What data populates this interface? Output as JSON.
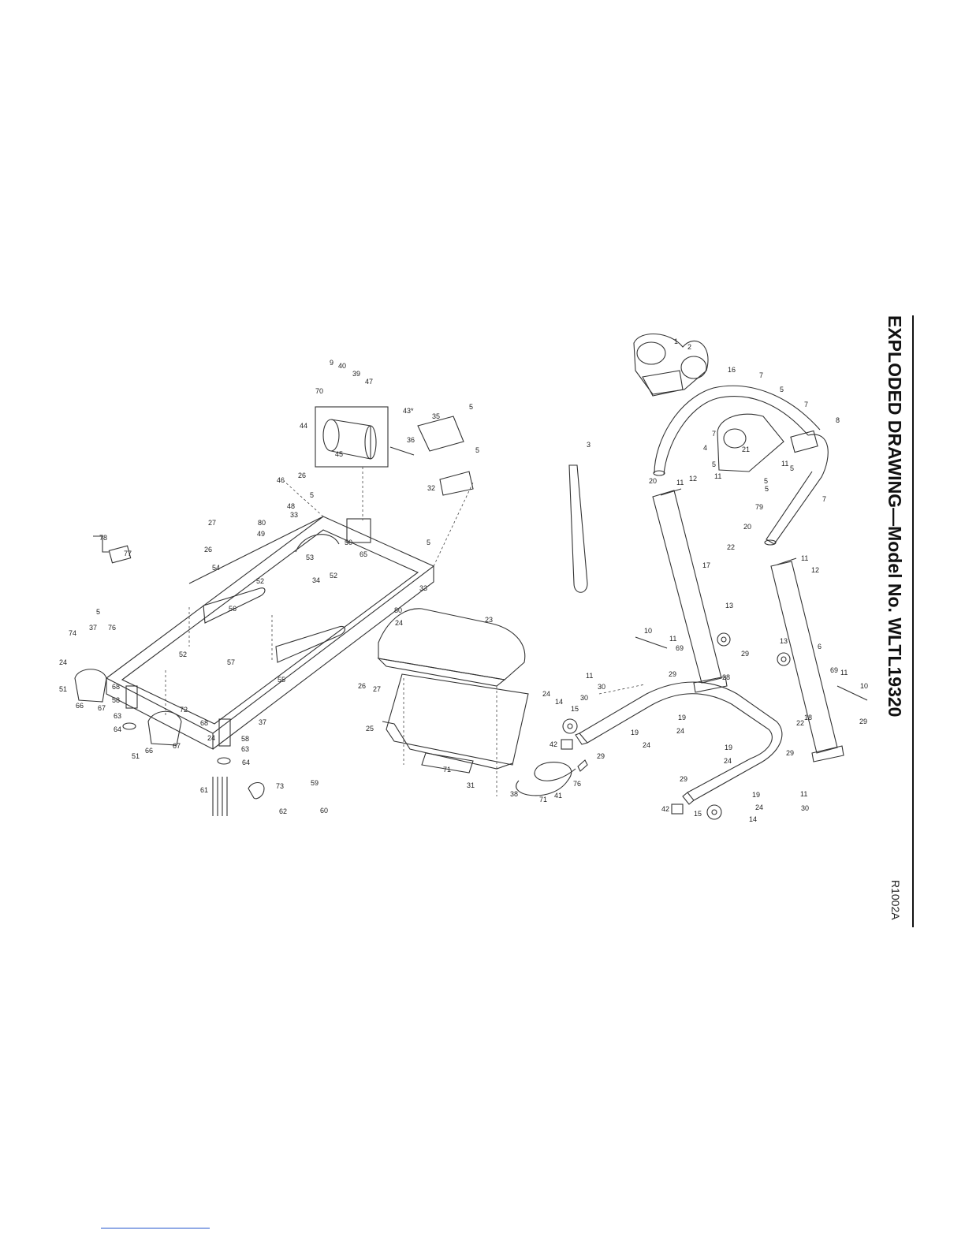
{
  "title": "EXPLODED DRAWING—Model No. WLTL19320",
  "drawing_code": "R1002A",
  "callouts": [
    {
      "id": "c1",
      "label": "1"
    },
    {
      "id": "c2",
      "label": "2"
    },
    {
      "id": "c3",
      "label": "3"
    },
    {
      "id": "c4",
      "label": "4"
    },
    {
      "id": "c5a",
      "label": "5"
    },
    {
      "id": "c5b",
      "label": "5"
    },
    {
      "id": "c5c",
      "label": "5"
    },
    {
      "id": "c5d",
      "label": "5"
    },
    {
      "id": "c5e",
      "label": "5"
    },
    {
      "id": "c5f",
      "label": "5"
    },
    {
      "id": "c5g",
      "label": "5"
    },
    {
      "id": "c5h",
      "label": "5"
    },
    {
      "id": "c5i",
      "label": "5"
    },
    {
      "id": "c5j",
      "label": "5"
    },
    {
      "id": "c6",
      "label": "6"
    },
    {
      "id": "c7a",
      "label": "7"
    },
    {
      "id": "c7b",
      "label": "7"
    },
    {
      "id": "c7c",
      "label": "7"
    },
    {
      "id": "c7d",
      "label": "7"
    },
    {
      "id": "c8",
      "label": "8"
    },
    {
      "id": "c9",
      "label": "9"
    },
    {
      "id": "c10a",
      "label": "10"
    },
    {
      "id": "c10b",
      "label": "10"
    },
    {
      "id": "c11a",
      "label": "11"
    },
    {
      "id": "c11b",
      "label": "11"
    },
    {
      "id": "c11c",
      "label": "11"
    },
    {
      "id": "c11d",
      "label": "11"
    },
    {
      "id": "c11e",
      "label": "11"
    },
    {
      "id": "c11f",
      "label": "11"
    },
    {
      "id": "c11g",
      "label": "11"
    },
    {
      "id": "c11h",
      "label": "11"
    },
    {
      "id": "c12a",
      "label": "12"
    },
    {
      "id": "c12b",
      "label": "12"
    },
    {
      "id": "c13a",
      "label": "13"
    },
    {
      "id": "c13b",
      "label": "13"
    },
    {
      "id": "c14a",
      "label": "14"
    },
    {
      "id": "c14b",
      "label": "14"
    },
    {
      "id": "c15a",
      "label": "15"
    },
    {
      "id": "c15b",
      "label": "15"
    },
    {
      "id": "c16",
      "label": "16"
    },
    {
      "id": "c17",
      "label": "17"
    },
    {
      "id": "c18",
      "label": "18"
    },
    {
      "id": "c19a",
      "label": "19"
    },
    {
      "id": "c19b",
      "label": "19"
    },
    {
      "id": "c19c",
      "label": "19"
    },
    {
      "id": "c19d",
      "label": "19"
    },
    {
      "id": "c20a",
      "label": "20"
    },
    {
      "id": "c20b",
      "label": "20"
    },
    {
      "id": "c21",
      "label": "21"
    },
    {
      "id": "c22a",
      "label": "22"
    },
    {
      "id": "c22b",
      "label": "22"
    },
    {
      "id": "c23",
      "label": "23"
    },
    {
      "id": "c24a",
      "label": "24"
    },
    {
      "id": "c24b",
      "label": "24"
    },
    {
      "id": "c24c",
      "label": "24"
    },
    {
      "id": "c24d",
      "label": "24"
    },
    {
      "id": "c24e",
      "label": "24"
    },
    {
      "id": "c24f",
      "label": "24"
    },
    {
      "id": "c24g",
      "label": "24"
    },
    {
      "id": "c24h",
      "label": "24"
    },
    {
      "id": "c25",
      "label": "25"
    },
    {
      "id": "c26a",
      "label": "26"
    },
    {
      "id": "c26b",
      "label": "26"
    },
    {
      "id": "c26c",
      "label": "26"
    },
    {
      "id": "c27a",
      "label": "27"
    },
    {
      "id": "c27b",
      "label": "27"
    },
    {
      "id": "c28",
      "label": "28"
    },
    {
      "id": "c29a",
      "label": "29"
    },
    {
      "id": "c29b",
      "label": "29"
    },
    {
      "id": "c29c",
      "label": "29"
    },
    {
      "id": "c29d",
      "label": "29"
    },
    {
      "id": "c29e",
      "label": "29"
    },
    {
      "id": "c29f",
      "label": "29"
    },
    {
      "id": "c30a",
      "label": "30"
    },
    {
      "id": "c30b",
      "label": "30"
    },
    {
      "id": "c30c",
      "label": "30"
    },
    {
      "id": "c31",
      "label": "31"
    },
    {
      "id": "c32",
      "label": "32"
    },
    {
      "id": "c33a",
      "label": "33"
    },
    {
      "id": "c33b",
      "label": "33"
    },
    {
      "id": "c34",
      "label": "34"
    },
    {
      "id": "c35",
      "label": "35"
    },
    {
      "id": "c36",
      "label": "36"
    },
    {
      "id": "c37a",
      "label": "37"
    },
    {
      "id": "c37b",
      "label": "37"
    },
    {
      "id": "c38",
      "label": "38"
    },
    {
      "id": "c39",
      "label": "39"
    },
    {
      "id": "c40",
      "label": "40"
    },
    {
      "id": "c41",
      "label": "41"
    },
    {
      "id": "c42a",
      "label": "42"
    },
    {
      "id": "c42b",
      "label": "42"
    },
    {
      "id": "c43",
      "label": "43*"
    },
    {
      "id": "c44",
      "label": "44"
    },
    {
      "id": "c45",
      "label": "45"
    },
    {
      "id": "c46",
      "label": "46"
    },
    {
      "id": "c47",
      "label": "47"
    },
    {
      "id": "c48",
      "label": "48"
    },
    {
      "id": "c49",
      "label": "49"
    },
    {
      "id": "c50",
      "label": "50"
    },
    {
      "id": "c51a",
      "label": "51"
    },
    {
      "id": "c51b",
      "label": "51"
    },
    {
      "id": "c52a",
      "label": "52"
    },
    {
      "id": "c52b",
      "label": "52"
    },
    {
      "id": "c52c",
      "label": "52"
    },
    {
      "id": "c53",
      "label": "53"
    },
    {
      "id": "c54",
      "label": "54"
    },
    {
      "id": "c55",
      "label": "55"
    },
    {
      "id": "c56",
      "label": "56"
    },
    {
      "id": "c57",
      "label": "57"
    },
    {
      "id": "c58a",
      "label": "58"
    },
    {
      "id": "c58b",
      "label": "58"
    },
    {
      "id": "c59",
      "label": "59"
    },
    {
      "id": "c60",
      "label": "60"
    },
    {
      "id": "c61",
      "label": "61"
    },
    {
      "id": "c62",
      "label": "62"
    },
    {
      "id": "c63a",
      "label": "63"
    },
    {
      "id": "c63b",
      "label": "63"
    },
    {
      "id": "c64a",
      "label": "64"
    },
    {
      "id": "c64b",
      "label": "64"
    },
    {
      "id": "c65",
      "label": "65"
    },
    {
      "id": "c66a",
      "label": "66"
    },
    {
      "id": "c66b",
      "label": "66"
    },
    {
      "id": "c67a",
      "label": "67"
    },
    {
      "id": "c67b",
      "label": "67"
    },
    {
      "id": "c68a",
      "label": "68"
    },
    {
      "id": "c68b",
      "label": "68"
    },
    {
      "id": "c69a",
      "label": "69"
    },
    {
      "id": "c69b",
      "label": "69"
    },
    {
      "id": "c70",
      "label": "70"
    },
    {
      "id": "c71a",
      "label": "71"
    },
    {
      "id": "c71b",
      "label": "71"
    },
    {
      "id": "c72",
      "label": "72"
    },
    {
      "id": "c73",
      "label": "73"
    },
    {
      "id": "c74",
      "label": "74"
    },
    {
      "id": "c76a",
      "label": "76"
    },
    {
      "id": "c76b",
      "label": "76"
    },
    {
      "id": "c77",
      "label": "77"
    },
    {
      "id": "c78",
      "label": "78"
    },
    {
      "id": "c79",
      "label": "79"
    },
    {
      "id": "c80a",
      "label": "80"
    },
    {
      "id": "c80b",
      "label": "80"
    }
  ]
}
